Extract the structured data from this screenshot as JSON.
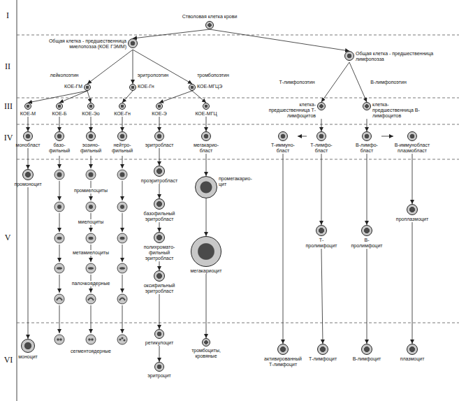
{
  "diagram": {
    "nodes": [
      {
        "text": [
          "Стволовая клетка крови"
        ]
      },
      {
        "text": [
          "Общая клетка - предшественница миелопоэза (КОЕ ГЭММ)"
        ]
      },
      {
        "text": [
          "Общая клетка - предшественница лимфопоэза"
        ]
      },
      {
        "text": [
          "КОЕ-ГМ"
        ]
      },
      {
        "text": [
          "КОЕ-Гн"
        ]
      },
      {
        "text": [
          "КОЕ-МГЦЭ"
        ]
      },
      {
        "text": [
          "клетка-предшественница Т-лимфоцитов"
        ]
      },
      {
        "text": [
          "клетка-предшественница В-лимфоцитов"
        ]
      },
      {
        "text": [
          "КОЕ-М"
        ]
      },
      {
        "text": [
          "КОЕ-Б"
        ]
      },
      {
        "text": [
          "КОЕ-Эо"
        ]
      },
      {
        "text": [
          "КОЕ-Гн"
        ]
      },
      {
        "text": [
          "КОЕ-Э"
        ]
      },
      {
        "text": [
          "КОЕ-МГЦ"
        ]
      },
      {
        "text": [
          "монобласт"
        ]
      },
      {
        "text": [
          "базо-фильный"
        ]
      },
      {
        "text": [
          "эозино-фильный"
        ]
      },
      {
        "text": [
          "нейтро-фильный"
        ]
      },
      {
        "text": [
          "эритробласт"
        ]
      },
      {
        "text": [
          "мегакарио-бласт"
        ]
      },
      {
        "text": [
          "Т-иммуно-бласт"
        ]
      },
      {
        "text": [
          "Т-лимфо-бласт"
        ]
      },
      {
        "text": [
          "В-лимфо-бласт"
        ]
      },
      {
        "text": [
          "В-иммунобласт плазмобласт"
        ]
      },
      {
        "text": [
          "промоноцит"
        ]
      },
      {
        "text": [
          "проэритробласт"
        ]
      },
      {
        "text": [
          "базофильный эритробласт"
        ]
      },
      {
        "text": [
          "полихромато-фильный эритробласт"
        ]
      },
      {
        "text": [
          "оксифильный эритробласт"
        ]
      },
      {
        "text": [
          "промегакарио-цит"
        ]
      },
      {
        "text": [
          "мегакариоцит"
        ]
      },
      {
        "text": [
          "Т-пролимфоцит"
        ]
      },
      {
        "text": [
          "В-пролимфоцит"
        ]
      },
      {
        "text": [
          "проплазмоцит"
        ]
      },
      {
        "text": [
          "моноцит"
        ]
      },
      {
        "text": [
          "ретикулоцит"
        ]
      },
      {
        "text": [
          "эритроцит"
        ]
      },
      {
        "text": [
          "тромбоциты, кровяные"
        ]
      },
      {
        "text": [
          "активированный Т-лимфоцит"
        ]
      },
      {
        "text": [
          "Т-лимфоцит"
        ]
      },
      {
        "text": [
          "В-лимфоцит"
        ]
      },
      {
        "text": [
          "плазмоцит"
        ]
      }
    ],
    "edges": [
      {
        "from": 0,
        "to": 1,
        "arrow": "to"
      },
      {
        "from": 0,
        "to": 2,
        "arrow": "to"
      },
      {
        "from": 1,
        "to": 3,
        "arrow": "to"
      },
      {
        "from": 1,
        "to": 4,
        "arrow": "to"
      },
      {
        "from": 1,
        "to": 5,
        "arrow": "to"
      },
      {
        "from": 2,
        "to": 6,
        "arrow": "to"
      },
      {
        "from": 2,
        "to": 7,
        "arrow": "to"
      },
      {
        "from": 3,
        "to": 8,
        "arrow": "to"
      },
      {
        "from": 3,
        "to": 9,
        "arrow": "to"
      },
      {
        "from": 3,
        "to": 10,
        "arrow": "to"
      },
      {
        "from": 4,
        "to": 11,
        "arrow": "to"
      },
      {
        "from": 5,
        "to": 12,
        "arrow": "to"
      },
      {
        "from": 5,
        "to": 13,
        "arrow": "to"
      },
      {
        "from": 8,
        "to": 14,
        "arrow": "to"
      },
      {
        "from": 9,
        "to": 15,
        "arrow": "to"
      },
      {
        "from": 10,
        "to": 16,
        "arrow": "to"
      },
      {
        "from": 11,
        "to": 17,
        "arrow": "to"
      },
      {
        "from": 12,
        "to": 18,
        "arrow": "to"
      },
      {
        "from": 13,
        "to": 19,
        "arrow": "to"
      },
      {
        "from": 6,
        "to": 21,
        "arrow": "to"
      },
      {
        "from": 21,
        "to": 20,
        "arrow": "to"
      },
      {
        "from": 7,
        "to": 22,
        "arrow": "to"
      },
      {
        "from": 22,
        "to": 23,
        "arrow": "to"
      },
      {
        "from": 14,
        "to": 24,
        "arrow": "to"
      },
      {
        "from": 18,
        "to": 25,
        "arrow": "to"
      },
      {
        "from": 25,
        "to": 26,
        "arrow": "to"
      },
      {
        "from": 26,
        "to": 27,
        "arrow": "to"
      },
      {
        "from": 27,
        "to": 28,
        "arrow": "to"
      },
      {
        "from": 19,
        "to": 29,
        "arrow": "to"
      },
      {
        "from": 29,
        "to": 30,
        "arrow": "to"
      },
      {
        "from": 21,
        "to": 31,
        "arrow": "to"
      },
      {
        "from": 22,
        "to": 32,
        "arrow": "to"
      },
      {
        "from": 23,
        "to": 33,
        "arrow": "to"
      },
      {
        "from": 24,
        "to": 34,
        "arrow": "to"
      },
      {
        "from": 28,
        "to": 35,
        "arrow": "to"
      },
      {
        "from": 35,
        "to": 36,
        "arrow": "to"
      },
      {
        "from": 30,
        "to": 37,
        "arrow": "to"
      },
      {
        "from": 20,
        "to": 38,
        "arrow": "to"
      },
      {
        "from": 31,
        "to": 39,
        "arrow": "to"
      },
      {
        "from": 32,
        "to": 40,
        "arrow": "to"
      },
      {
        "from": 33,
        "to": 41,
        "arrow": "to"
      }
    ],
    "labels": [
      "I",
      "II",
      "III",
      "IV",
      "V",
      "VI",
      "лейкопоэтин",
      "эритропоэтин",
      "тромбопоэтин",
      "Т-лимфопоэтин",
      "В-лимфопоэтин",
      "промиелоциты",
      "миелоциты",
      "метамиелоциты",
      "палочкоядерные",
      "сегментоядерные"
    ]
  }
}
